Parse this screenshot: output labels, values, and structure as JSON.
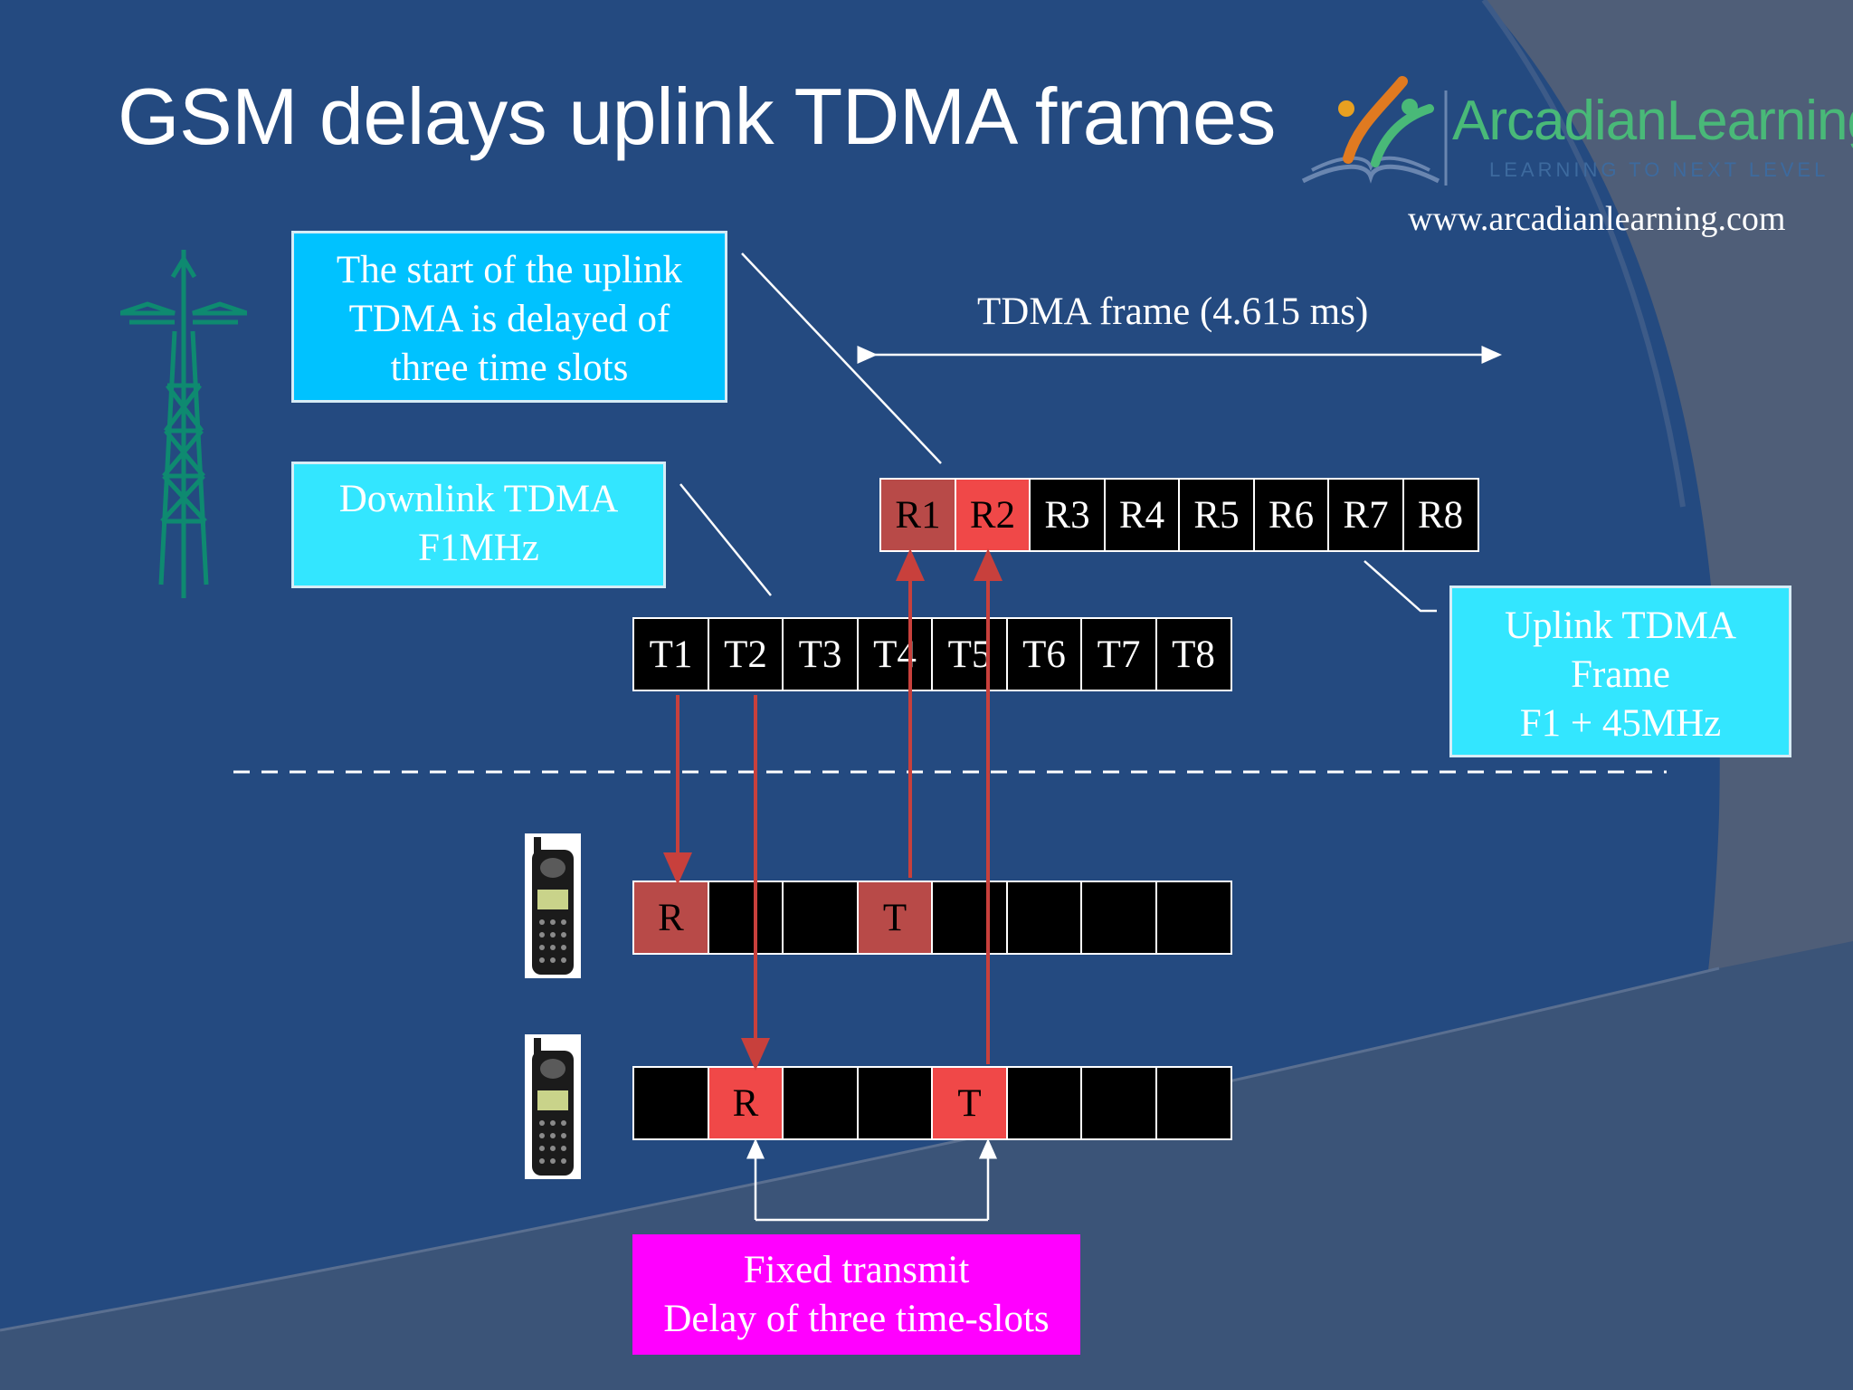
{
  "title": "GSM delays uplink TDMA frames",
  "logo": {
    "brand": "ArcadianLearning",
    "tagline": "LEARNING TO NEXT LEVEL"
  },
  "website": "www.arcadianlearning.com",
  "callouts": {
    "uplink_delay": [
      "The start of the uplink",
      "TDMA is delayed of",
      "three time slots"
    ],
    "downlink": [
      "Downlink TDMA",
      "F1MHz"
    ],
    "uplink_frame": [
      "Uplink TDMA",
      "Frame",
      "F1 + 45MHz"
    ],
    "fixed_delay": [
      "Fixed transmit",
      "Delay of three time-slots"
    ]
  },
  "frame_label": "TDMA frame (4.615 ms)",
  "uplink_slots": [
    "R1",
    "R2",
    "R3",
    "R4",
    "R5",
    "R6",
    "R7",
    "R8"
  ],
  "downlink_slots": [
    "T1",
    "T2",
    "T3",
    "T4",
    "T5",
    "T6",
    "T7",
    "T8"
  ],
  "mobile1_slots": [
    "R",
    "",
    "",
    "T",
    "",
    "",
    "",
    ""
  ],
  "mobile2_slots": [
    "",
    "R",
    "",
    "",
    "T",
    "",
    "",
    ""
  ],
  "colors": {
    "background": "#244a80",
    "uplink_callout": "#00c2ff",
    "downlink_callout": "#33e6ff",
    "delay_callout": "#ff00ff",
    "slot_receive": "#b84a48",
    "slot_transmit": "#f04848",
    "arrow": "#c8403c"
  },
  "icons": [
    "radio-tower-icon",
    "mobile-phone-icon"
  ]
}
